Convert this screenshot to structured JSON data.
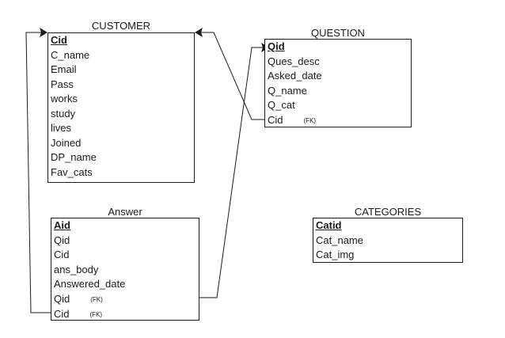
{
  "entities": {
    "customer": {
      "title": "CUSTOMER",
      "attributes": [
        "Cid",
        "C_name",
        "Email",
        "Pass",
        "works",
        "study",
        "lives",
        "Joined",
        "DP_name",
        "Fav_cats"
      ]
    },
    "question": {
      "title": "QUESTION",
      "attributes": [
        "Qid",
        "Ques_desc",
        "Asked_date",
        "Q_name",
        "Q_cat",
        "Cid"
      ],
      "fk_label": "(FK)"
    },
    "answer": {
      "title": "Answer",
      "attributes": [
        "Aid",
        "Qid",
        "Cid",
        "ans_body",
        "Answered_date",
        "Qid",
        "Cid"
      ],
      "fk_label": "(FK)"
    },
    "categories": {
      "title": "CATEGORIES",
      "attributes": [
        "Catid",
        "Cat_name",
        "Cat_img"
      ]
    }
  },
  "relationships": [
    {
      "from": "question.Cid",
      "to": "customer.Cid"
    },
    {
      "from": "answer.Qid",
      "to": "question.Qid"
    },
    {
      "from": "answer.Cid",
      "to": "customer.Cid"
    }
  ]
}
